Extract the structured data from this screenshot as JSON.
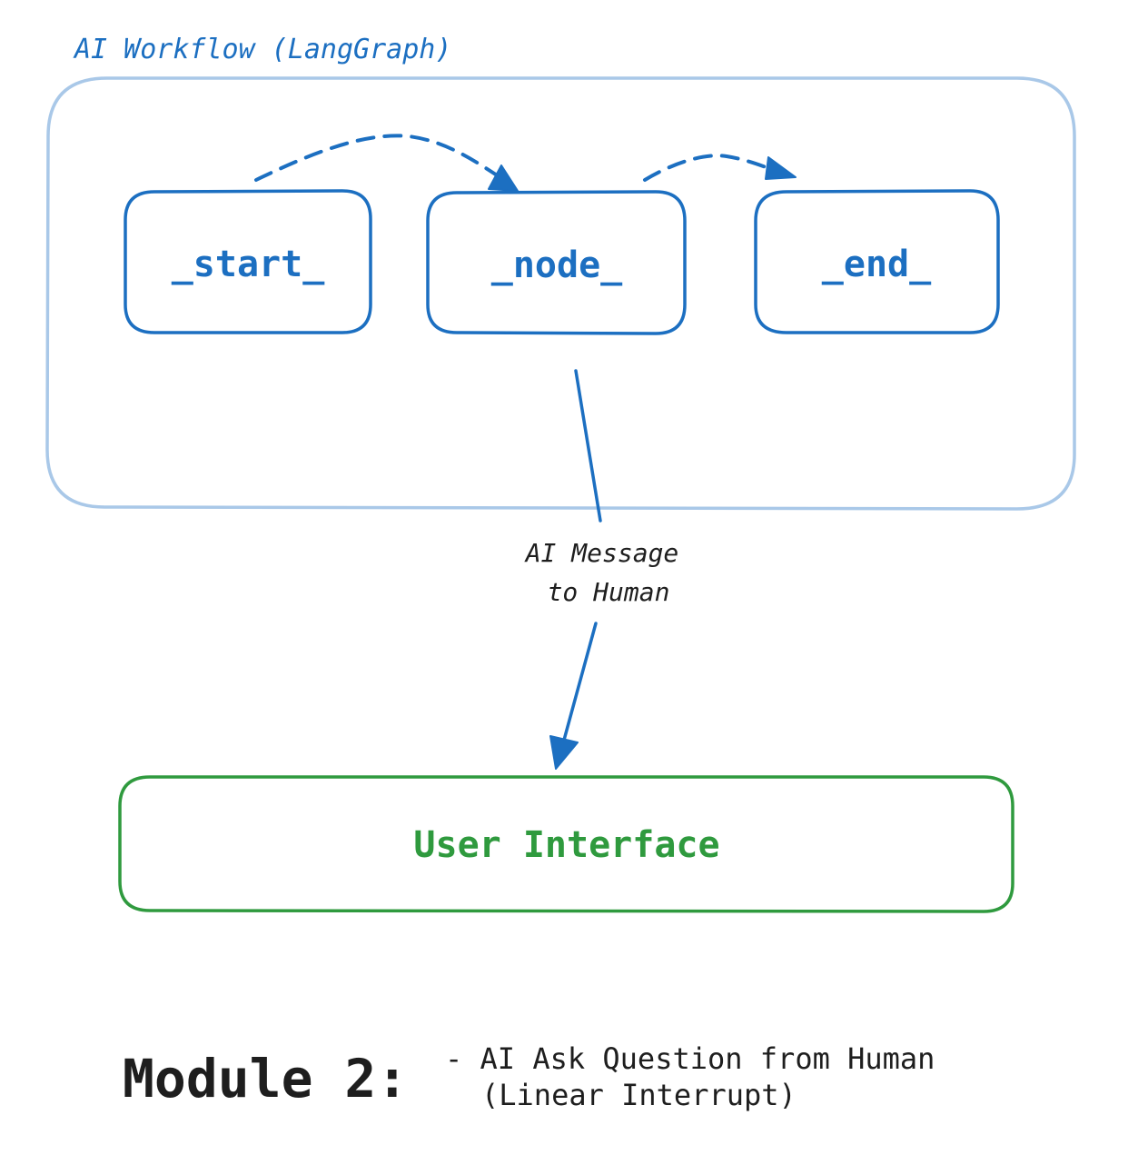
{
  "workflow": {
    "title": "AI Workflow (LangGraph)",
    "nodes": {
      "start": "_start_",
      "node": "_node_",
      "end": "_end_"
    }
  },
  "edge_label": {
    "line1": "AI Message",
    "line2": "to Human"
  },
  "ui_box": {
    "label": "User Interface"
  },
  "footer": {
    "module": "Module 2:",
    "line1": "- AI Ask Question from Human",
    "line2": "(Linear Interrupt)"
  },
  "colors": {
    "blue": "#1c6fc1",
    "light_blue": "#a9c8e8",
    "green": "#2f9a3e",
    "text_dark": "#1e1e1e"
  }
}
